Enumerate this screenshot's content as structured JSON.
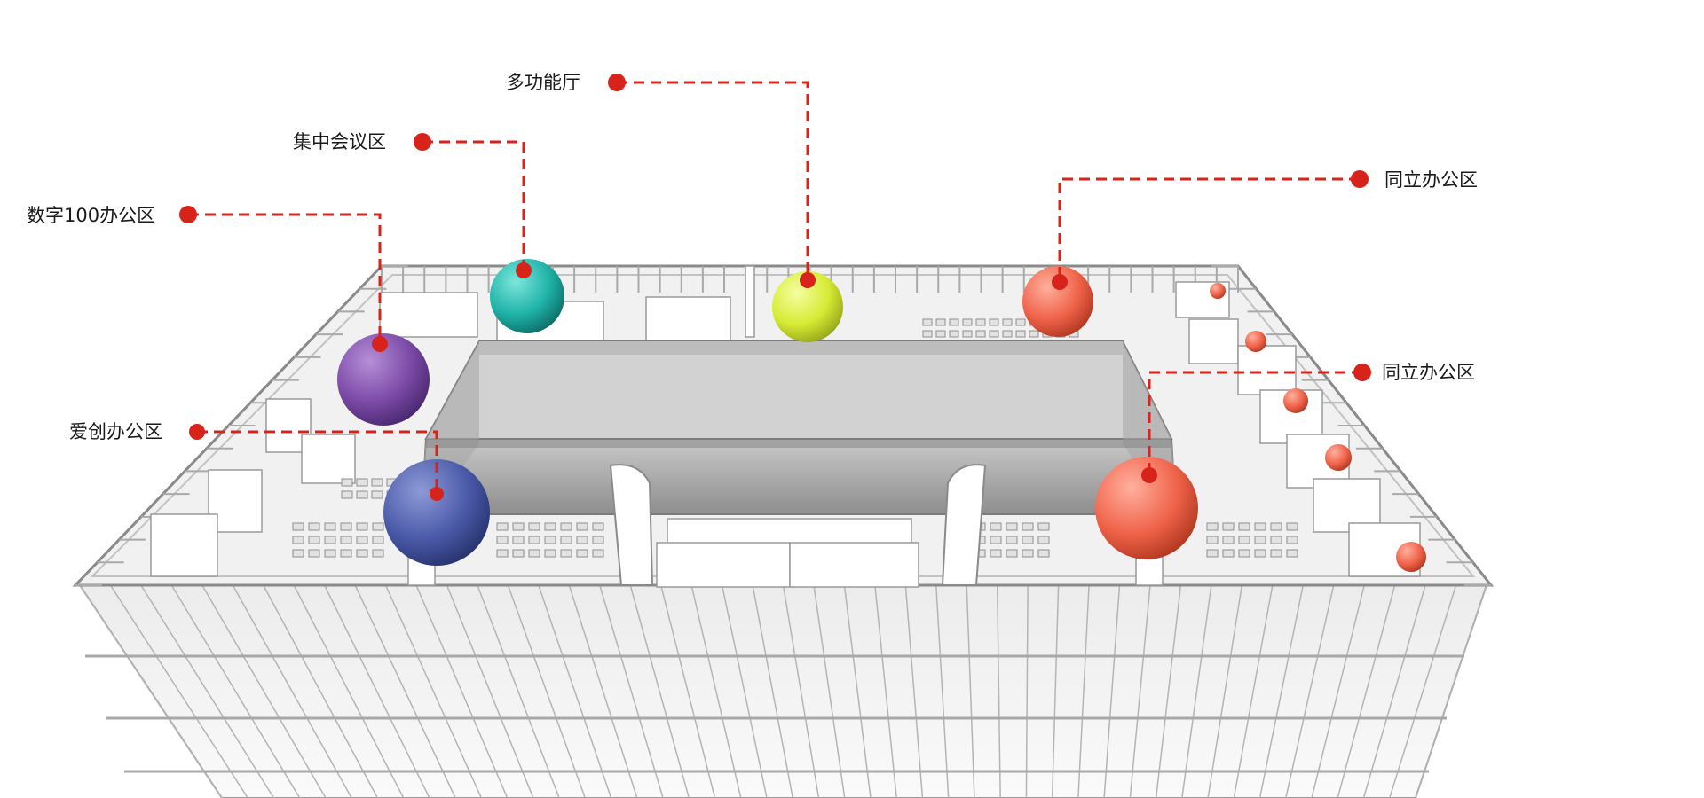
{
  "colors": {
    "leader": "#d8231b",
    "sphere_purple": "#7b4aa6",
    "sphere_teal": "#1fb3a8",
    "sphere_lime": "#d7ea35",
    "sphere_coral": "#f0634a",
    "sphere_blue": "#4a5aa8",
    "atrium": "#9a9a9a",
    "building": "#f3f3f3"
  },
  "labels": {
    "digital100": "数字100办公区",
    "meeting": "集中会议区",
    "multifunction": "多功能厅",
    "tongli_top": "同立办公区",
    "tongli_right": "同立办公区",
    "aichuang": "爱创办公区"
  },
  "zones": [
    {
      "key": "digital100",
      "color": "sphere_purple",
      "icon": "purple-sphere"
    },
    {
      "key": "meeting",
      "color": "sphere_teal",
      "icon": "teal-sphere"
    },
    {
      "key": "multifunction",
      "color": "sphere_lime",
      "icon": "lime-sphere"
    },
    {
      "key": "tongli_top",
      "color": "sphere_coral",
      "icon": "coral-sphere"
    },
    {
      "key": "tongli_right",
      "color": "sphere_coral",
      "icon": "coral-sphere"
    },
    {
      "key": "aichuang",
      "color": "sphere_blue",
      "icon": "blue-sphere"
    }
  ]
}
